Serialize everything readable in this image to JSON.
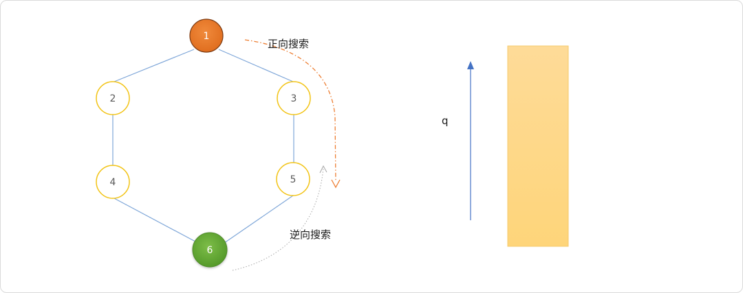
{
  "graph": {
    "nodes": [
      {
        "id": "1",
        "label": "1",
        "kind": "start"
      },
      {
        "id": "2",
        "label": "2",
        "kind": "normal"
      },
      {
        "id": "3",
        "label": "3",
        "kind": "normal"
      },
      {
        "id": "4",
        "label": "4",
        "kind": "normal"
      },
      {
        "id": "5",
        "label": "5",
        "kind": "normal"
      },
      {
        "id": "6",
        "label": "6",
        "kind": "end"
      }
    ],
    "edges": [
      [
        "1",
        "2"
      ],
      [
        "1",
        "3"
      ],
      [
        "2",
        "4"
      ],
      [
        "3",
        "5"
      ],
      [
        "4",
        "6"
      ],
      [
        "5",
        "6"
      ]
    ]
  },
  "annotations": {
    "forward_search": "正向搜索",
    "backward_search": "逆向搜索",
    "queue_label": "q"
  },
  "colors": {
    "edge": "#7ea6d8",
    "normal_stroke": "#f2c314",
    "start_fill": "#ed7d31",
    "end_fill": "#6aae3a",
    "forward_arrow": "#ed7d31",
    "backward_arrow": "#a6a6a6",
    "queue_arrow": "#4472c4",
    "queue_top": "#fedb98",
    "queue_bottom": "#fed57a"
  }
}
